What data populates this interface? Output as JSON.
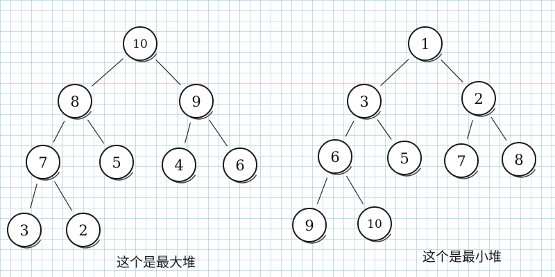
{
  "trees": [
    {
      "id": "max-heap",
      "caption": "这个是最大堆",
      "nodes": [
        {
          "id": "a",
          "label": "10"
        },
        {
          "id": "b",
          "label": "8"
        },
        {
          "id": "c",
          "label": "9"
        },
        {
          "id": "d",
          "label": "7"
        },
        {
          "id": "e",
          "label": "5"
        },
        {
          "id": "f",
          "label": "4"
        },
        {
          "id": "g",
          "label": "6"
        },
        {
          "id": "h",
          "label": "3"
        },
        {
          "id": "i",
          "label": "2"
        }
      ],
      "edges": [
        [
          "a",
          "b"
        ],
        [
          "a",
          "c"
        ],
        [
          "b",
          "d"
        ],
        [
          "b",
          "e"
        ],
        [
          "c",
          "f"
        ],
        [
          "c",
          "g"
        ],
        [
          "d",
          "h"
        ],
        [
          "d",
          "i"
        ]
      ]
    },
    {
      "id": "min-heap",
      "caption": "这个是最小堆",
      "nodes": [
        {
          "id": "a",
          "label": "1"
        },
        {
          "id": "b",
          "label": "3"
        },
        {
          "id": "c",
          "label": "2"
        },
        {
          "id": "d",
          "label": "6"
        },
        {
          "id": "e",
          "label": "5"
        },
        {
          "id": "f",
          "label": "7"
        },
        {
          "id": "g",
          "label": "8"
        },
        {
          "id": "h",
          "label": "9"
        },
        {
          "id": "i",
          "label": "10"
        }
      ],
      "edges": [
        [
          "a",
          "b"
        ],
        [
          "a",
          "c"
        ],
        [
          "b",
          "d"
        ],
        [
          "b",
          "e"
        ],
        [
          "c",
          "f"
        ],
        [
          "c",
          "g"
        ],
        [
          "d",
          "h"
        ],
        [
          "d",
          "i"
        ]
      ]
    }
  ]
}
